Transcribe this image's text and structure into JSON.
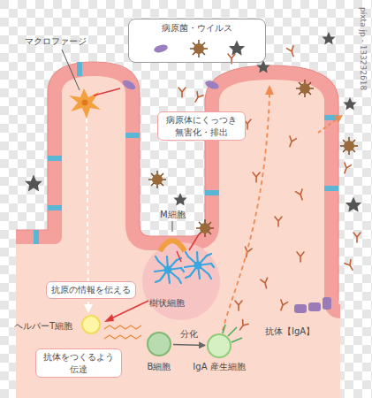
{
  "diagram": {
    "nodes": [
      {
        "text": [
          "病原菌・ウイルス"
        ]
      },
      {
        "text": [
          "病原体にくっつき 無害化・排出"
        ]
      },
      {
        "text": [
          "樹状細胞"
        ]
      },
      {
        "text": [
          "抗原の情報を伝える"
        ]
      },
      {
        "text": [
          "ヘルパーT細胞"
        ]
      },
      {
        "text": [
          "抗体をつくるよう 伝達"
        ]
      },
      {
        "text": [
          "B細胞"
        ]
      },
      {
        "text": [
          "IgA 産生細胞"
        ]
      }
    ],
    "edges": [
      {
        "from": 6,
        "to": 7,
        "arrow": "to",
        "label": "分化"
      }
    ],
    "labels": [
      "マクロファージ",
      "M細胞",
      "抗体【IgA】",
      "pixta.jp - 133232618"
    ]
  }
}
